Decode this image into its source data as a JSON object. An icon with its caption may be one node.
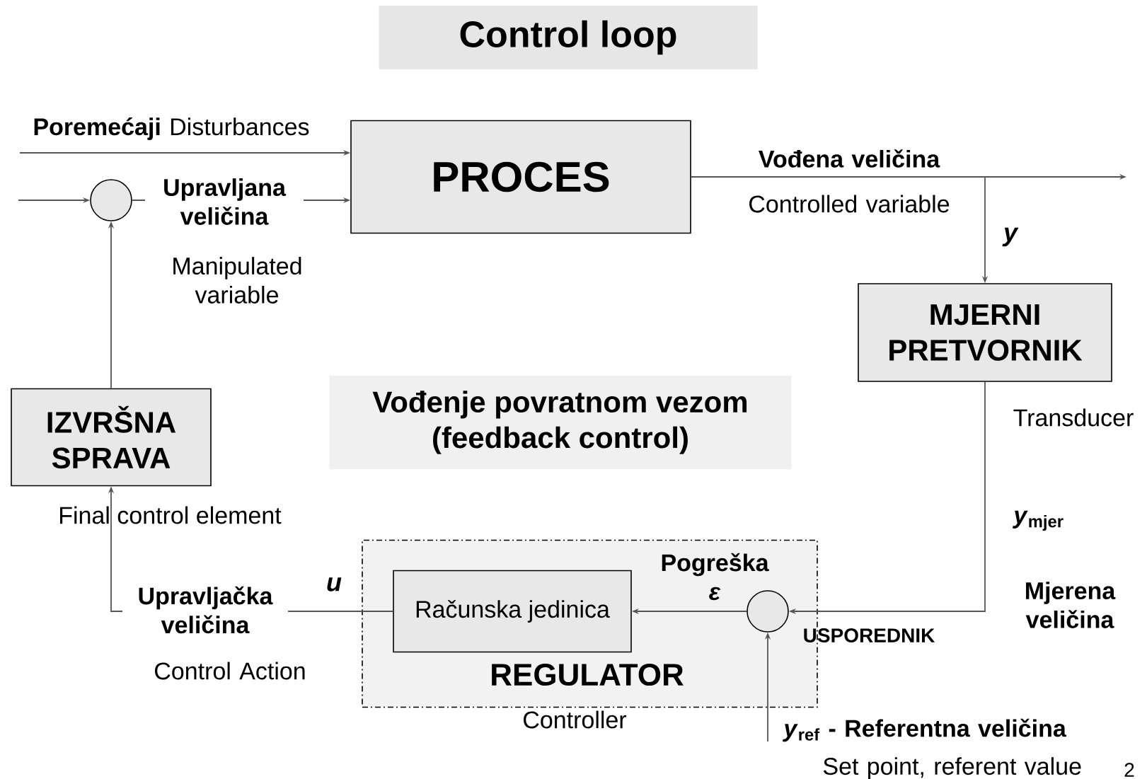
{
  "diagram": {
    "title": "Control loop",
    "nodes": [
      {
        "text": [],
        "shape": "circle"
      },
      {
        "text": [
          "PROCES"
        ]
      },
      {
        "text": [
          "MJERNI PRETVORNIK"
        ],
        "beside": [
          "Transducer"
        ]
      },
      {
        "text": [
          "Vođenje povratnom vezom (feedback control)"
        ]
      },
      {
        "text": [
          "IZVRŠNA SPRAVA"
        ],
        "beside": [
          "Final control element"
        ]
      },
      {
        "text": [
          "REGULATOR"
        ],
        "beside": [
          "Controller"
        ]
      },
      {
        "text": [
          "Računska jedinica"
        ],
        "in": 5
      },
      {
        "text": [],
        "shape": "circle",
        "in": 5,
        "beside": [
          "USPOREDNIK"
        ]
      }
    ],
    "edges": [
      {
        "from": null,
        "to": 1,
        "arrow": "to",
        "label": "**Poremećaji** Disturbances"
      },
      {
        "from": null,
        "to": 0,
        "arrow": "to"
      },
      {
        "from": 0,
        "to": 1,
        "arrow": "to",
        "label": "Upravljana veličina"
      },
      {
        "from": 1,
        "to": null,
        "arrow": "to",
        "label": "Vođena veličina"
      },
      {
        "from": 1,
        "to": 2,
        "arrow": "to",
        "label": "y"
      },
      {
        "from": 2,
        "to": 7,
        "arrow": "to",
        "label": "Mjerena veličina"
      },
      {
        "from": null,
        "to": 7,
        "arrow": "to",
        "label": "*y*$_{ref}$ - Referentna veličina"
      },
      {
        "from": 7,
        "to": 6,
        "arrow": "to",
        "label": "Pogreška *ε*"
      },
      {
        "from": 6,
        "to": 4,
        "arrow": "to",
        "label": "Upravljačka veličina"
      },
      {
        "from": 4,
        "to": 0,
        "arrow": "to"
      }
    ],
    "labels": [
      "Manipulated variable",
      "Controlled variable",
      "*y*$_{mjer}$",
      "u",
      "Control Action",
      "Set point, referent value",
      "2"
    ]
  }
}
